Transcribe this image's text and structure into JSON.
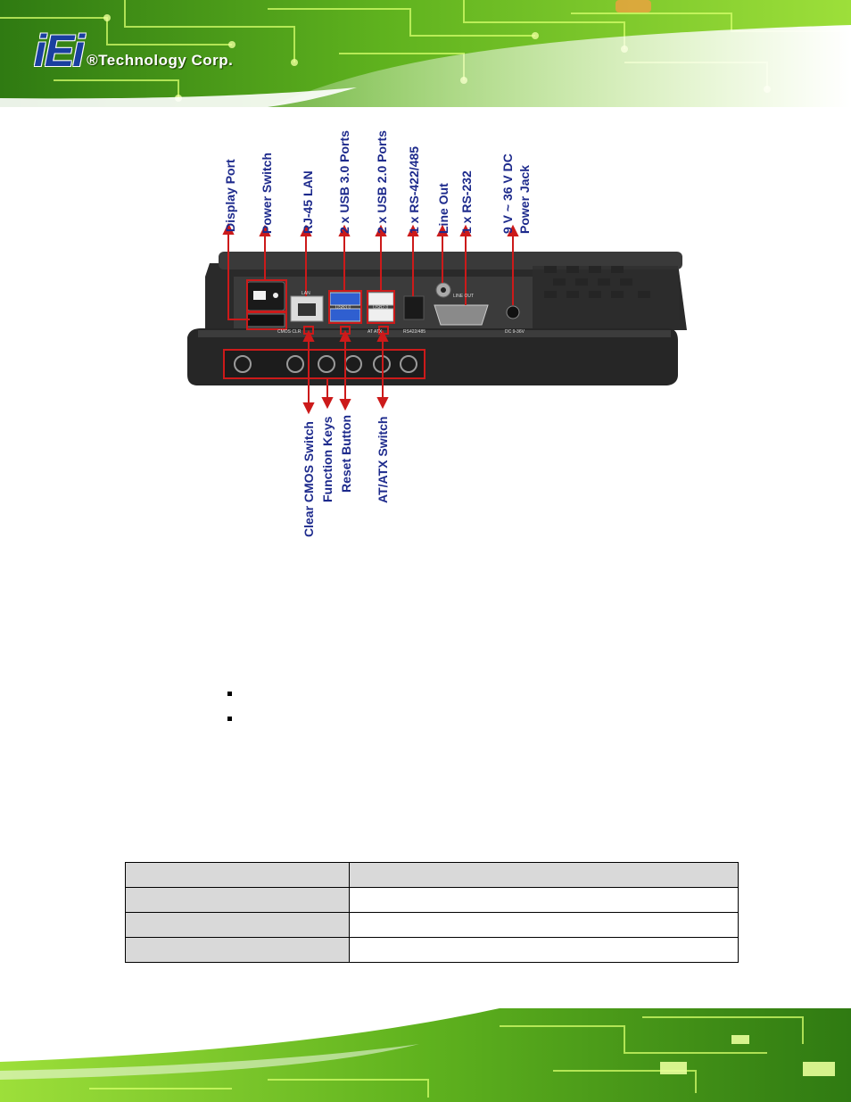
{
  "header": {
    "brand_mark": "iEi",
    "brand_text": "®Technology Corp."
  },
  "figure": {
    "top_labels": [
      "Display Port",
      "Power Switch",
      "RJ-45 LAN",
      "2 x USB 3.0 Ports",
      "2 x USB 2.0 Ports",
      "1 x RS-422/485",
      "Line Out",
      "1 x RS-232",
      "9 V ~ 36 V DC",
      "Power Jack"
    ],
    "bottom_labels": [
      "Clear CMOS Switch",
      "Function Keys",
      "Reset Button",
      "AT/ATX Switch"
    ],
    "device_markings": {
      "lan": "LAN",
      "usb3": "USB3.0",
      "usb2": "USB2.0",
      "line_out": "LINE OUT",
      "cmos": "CMOS CLR",
      "at_atx": "AT ATX",
      "rs422": "RS422/485",
      "dc": "DC 9-36V"
    },
    "colors": {
      "label": "#1d2a8c",
      "arrow": "#cc1a1a",
      "device": "#2a2a2a"
    }
  },
  "table": {
    "rows": [
      [
        "",
        ""
      ],
      [
        "",
        ""
      ],
      [
        "",
        ""
      ],
      [
        "",
        ""
      ]
    ]
  }
}
